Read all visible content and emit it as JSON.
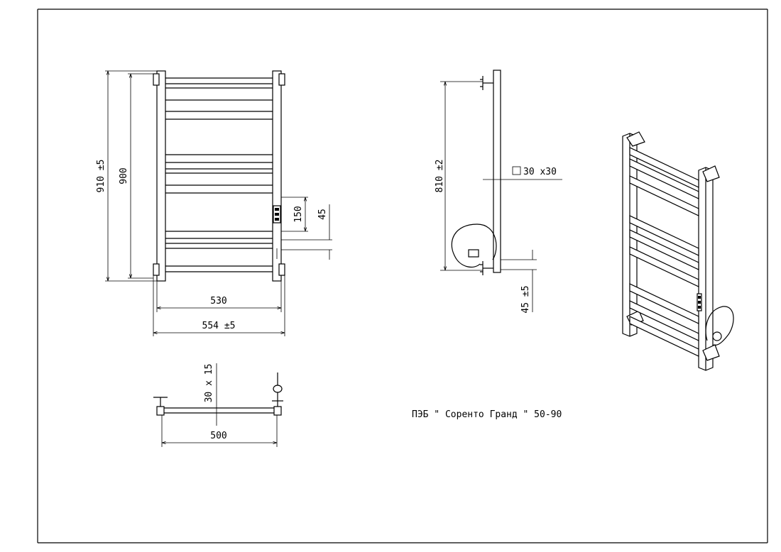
{
  "front": {
    "dim_width_inner": "530",
    "dim_width_outer": "554  ±5",
    "dim_height_outer": "910  ±5",
    "dim_height_inner": "900",
    "dim_150": "150",
    "dim_45": "45"
  },
  "side": {
    "dim_height": "810  ±2",
    "dim_profile": "30 x30",
    "dim_45": "45 ±5"
  },
  "top": {
    "dim_profile": "30 x 15",
    "dim_width": "500"
  },
  "caption": "ПЭБ \" Сорeнто Гранд \" 50-90",
  "colors": {
    "line": "#000000",
    "background": "#ffffff"
  }
}
